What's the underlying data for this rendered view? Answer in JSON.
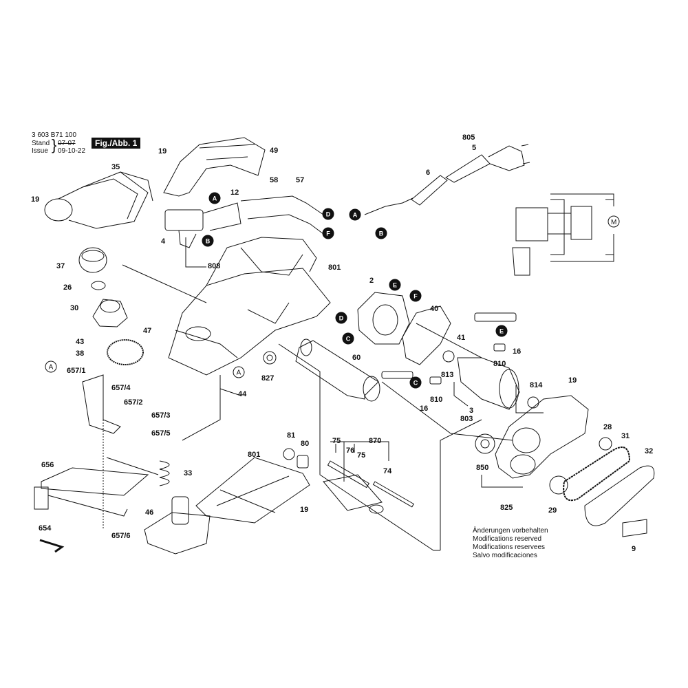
{
  "header": {
    "doc_number": "3 603 B71 100",
    "stand_label": "Stand",
    "issue_label": "Issue",
    "stand_date": "07-07",
    "issue_date": "09-10-22",
    "fig_badge": "Fig./Abb. 1"
  },
  "notes": [
    "Änderungen vorbehalten",
    "Modifications reserved",
    "Modifications reservees",
    "Salvo modificaciones"
  ],
  "part_labels": [
    {
      "id": "p19a",
      "text": "19"
    },
    {
      "id": "p49",
      "text": "49"
    },
    {
      "id": "p35",
      "text": "35"
    },
    {
      "id": "p19b",
      "text": "19"
    },
    {
      "id": "p58",
      "text": "58"
    },
    {
      "id": "p57",
      "text": "57"
    },
    {
      "id": "p12",
      "text": "12"
    },
    {
      "id": "p4",
      "text": "4"
    },
    {
      "id": "p805",
      "text": "805"
    },
    {
      "id": "p5",
      "text": "5"
    },
    {
      "id": "p6",
      "text": "6"
    },
    {
      "id": "p808",
      "text": "808"
    },
    {
      "id": "p801a",
      "text": "801"
    },
    {
      "id": "p37",
      "text": "37"
    },
    {
      "id": "p26",
      "text": "26"
    },
    {
      "id": "p30",
      "text": "30"
    },
    {
      "id": "p47",
      "text": "47"
    },
    {
      "id": "p43",
      "text": "43"
    },
    {
      "id": "p38",
      "text": "38"
    },
    {
      "id": "p2",
      "text": "2"
    },
    {
      "id": "p40",
      "text": "40"
    },
    {
      "id": "p41",
      "text": "41"
    },
    {
      "id": "p16a",
      "text": "16"
    },
    {
      "id": "p810a",
      "text": "810"
    },
    {
      "id": "p813",
      "text": "813"
    },
    {
      "id": "p60",
      "text": "60"
    },
    {
      "id": "p827",
      "text": "827"
    },
    {
      "id": "p657_1",
      "text": "657/1"
    },
    {
      "id": "p657_4",
      "text": "657/4"
    },
    {
      "id": "p657_2",
      "text": "657/2"
    },
    {
      "id": "p657_3",
      "text": "657/3"
    },
    {
      "id": "p657_5",
      "text": "657/5"
    },
    {
      "id": "p44",
      "text": "44"
    },
    {
      "id": "p810b",
      "text": "810"
    },
    {
      "id": "p16b",
      "text": "16"
    },
    {
      "id": "p3",
      "text": "3"
    },
    {
      "id": "p803",
      "text": "803"
    },
    {
      "id": "p814",
      "text": "814"
    },
    {
      "id": "p19c",
      "text": "19"
    },
    {
      "id": "p28",
      "text": "28"
    },
    {
      "id": "p31",
      "text": "31"
    },
    {
      "id": "p32",
      "text": "32"
    },
    {
      "id": "p81",
      "text": "81"
    },
    {
      "id": "p80",
      "text": "80"
    },
    {
      "id": "p801b",
      "text": "801"
    },
    {
      "id": "p75a",
      "text": "75"
    },
    {
      "id": "p870",
      "text": "870"
    },
    {
      "id": "p76",
      "text": "76"
    },
    {
      "id": "p75b",
      "text": "75"
    },
    {
      "id": "p74",
      "text": "74"
    },
    {
      "id": "p656",
      "text": "656"
    },
    {
      "id": "p33",
      "text": "33"
    },
    {
      "id": "p46",
      "text": "46"
    },
    {
      "id": "p19d",
      "text": "19"
    },
    {
      "id": "p850",
      "text": "850"
    },
    {
      "id": "p825",
      "text": "825"
    },
    {
      "id": "p29",
      "text": "29"
    },
    {
      "id": "p9",
      "text": "9"
    },
    {
      "id": "p654",
      "text": "654"
    },
    {
      "id": "p657_6",
      "text": "657/6"
    }
  ],
  "connectors": [
    {
      "id": "cA1",
      "text": "A"
    },
    {
      "id": "cB1",
      "text": "B"
    },
    {
      "id": "cD1",
      "text": "D"
    },
    {
      "id": "cF1",
      "text": "F"
    },
    {
      "id": "cA2",
      "text": "A"
    },
    {
      "id": "cB2",
      "text": "B"
    },
    {
      "id": "cE1",
      "text": "E"
    },
    {
      "id": "cF2",
      "text": "F"
    },
    {
      "id": "cD2",
      "text": "D"
    },
    {
      "id": "cC1",
      "text": "C"
    },
    {
      "id": "cE2",
      "text": "E"
    },
    {
      "id": "cC2",
      "text": "C"
    },
    {
      "id": "cA3",
      "text": "A"
    },
    {
      "id": "cA4",
      "text": "A"
    }
  ],
  "schematic": {
    "motor_label": "M"
  }
}
